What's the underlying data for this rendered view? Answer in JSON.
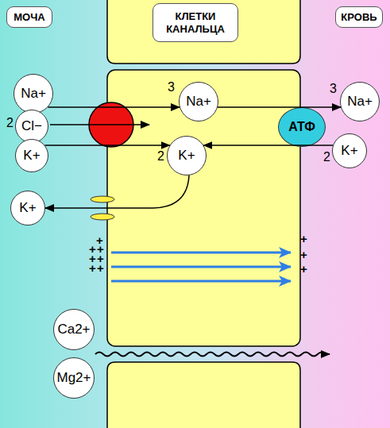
{
  "diagram": {
    "nodes": [
      {
        "text": [
          "МОЧА"
        ]
      },
      {
        "text": [
          "КЛЕТКИ КАНАЛЬЦА"
        ]
      },
      {
        "text": [
          "КРОВЬ"
        ]
      },
      {
        "text": [
          "Na+"
        ]
      },
      {
        "text": [
          "Na+"
        ]
      },
      {
        "text": [
          "Na+"
        ]
      },
      {
        "text": [
          "Cl−"
        ]
      },
      {
        "text": [
          "АТФ"
        ]
      },
      {
        "text": [
          "K+"
        ]
      },
      {
        "text": [
          "K+"
        ]
      },
      {
        "text": [
          "K+"
        ]
      },
      {
        "text": [
          "K+"
        ]
      },
      {
        "text": [
          "Ca2+"
        ]
      },
      {
        "text": [
          "Mg2+"
        ]
      }
    ],
    "edges": [
      {
        "from": 3,
        "to": 4,
        "arrow": "to"
      },
      {
        "from": 8,
        "to": 9,
        "arrow": "to"
      },
      {
        "from": 4,
        "to": 5,
        "arrow": "to"
      },
      {
        "from": 10,
        "to": 9,
        "arrow": "to"
      },
      {
        "from": 9,
        "to": 11,
        "arrow": "to"
      }
    ],
    "labels": [
      "3",
      "3",
      "2",
      "2",
      "2",
      "+",
      "+",
      "+",
      "+",
      "+",
      "+",
      "+",
      "+",
      "+",
      "+"
    ]
  }
}
